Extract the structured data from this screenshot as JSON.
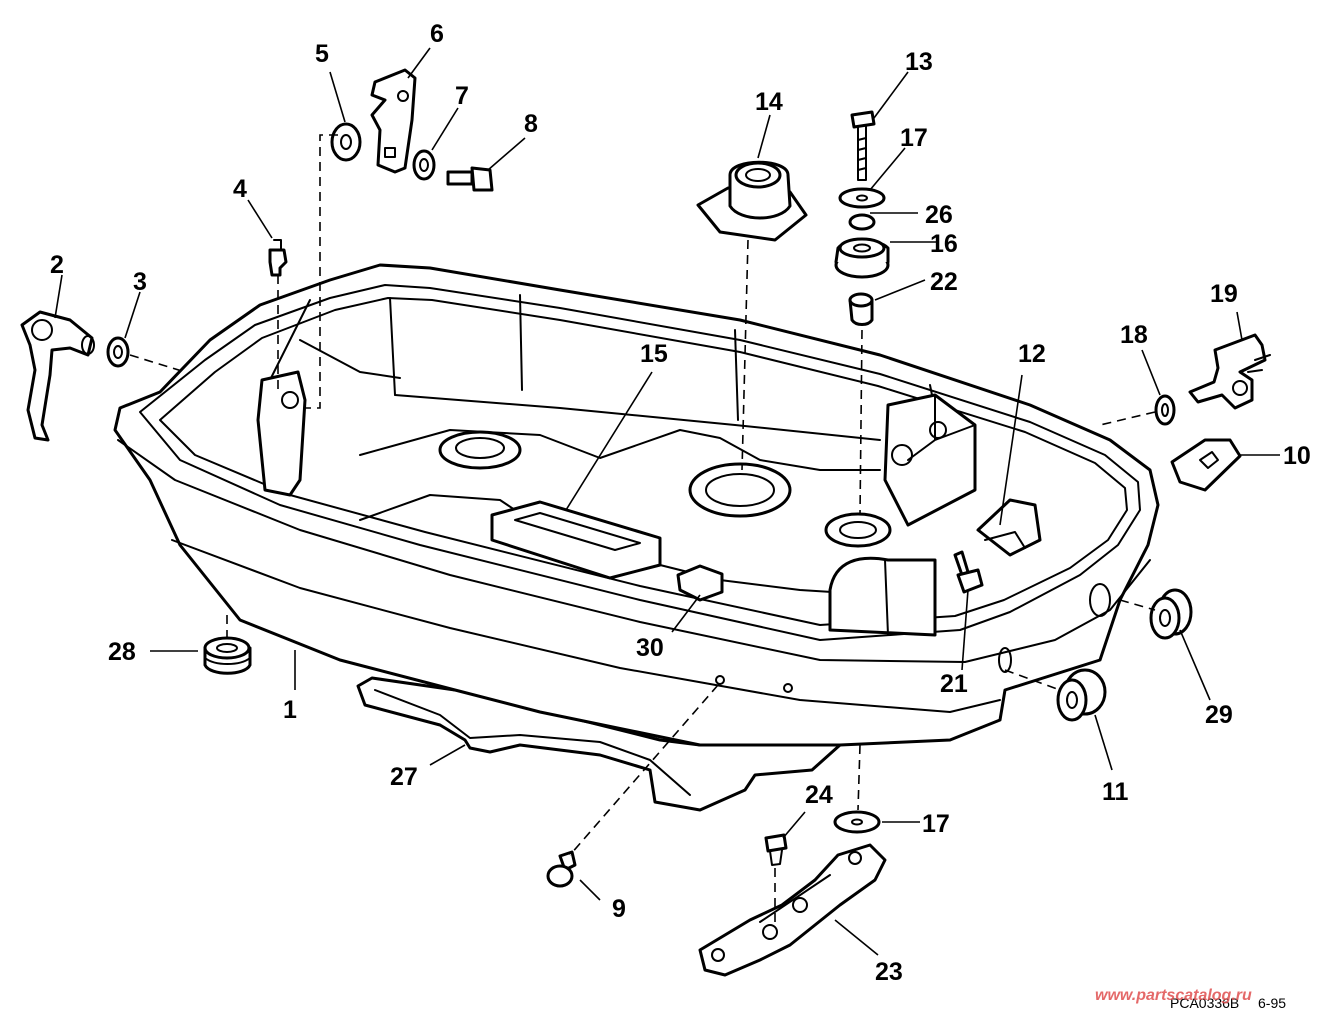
{
  "diagram": {
    "callouts": {
      "c1": "1",
      "c2": "2",
      "c3": "3",
      "c4": "4",
      "c5": "5",
      "c6": "6",
      "c7": "7",
      "c8": "8",
      "c9": "9",
      "c10": "10",
      "c11": "11",
      "c12": "12",
      "c13": "13",
      "c14": "14",
      "c15": "15",
      "c16": "16",
      "c17a": "17",
      "c17b": "17",
      "c18": "18",
      "c19": "19",
      "c21": "21",
      "c22": "22",
      "c23": "23",
      "c24": "24",
      "c26": "26",
      "c27": "27",
      "c28": "28",
      "c29": "29",
      "c30": "30"
    },
    "drawing_code": "PCA0336B",
    "date_code": "6-95",
    "watermark": "www.partscatalog.ru",
    "watermark_color": "#e05050"
  }
}
